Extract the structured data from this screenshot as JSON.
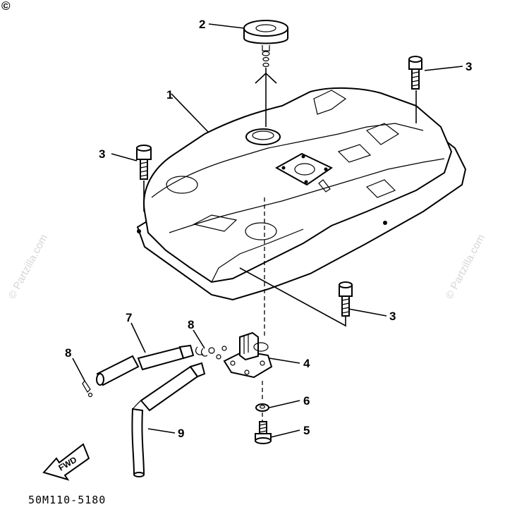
{
  "diagram": {
    "reference_code": "50M110-5180",
    "fwd_label": "FWD",
    "watermark": "© Partzilla.com",
    "corner_mark": "©",
    "callouts": {
      "c1": "1",
      "c2": "2",
      "c3a": "3",
      "c3b": "3",
      "c3c": "3",
      "c4": "4",
      "c5": "5",
      "c6": "6",
      "c8a": "8",
      "c8b": "8",
      "c9": "9"
    }
  }
}
